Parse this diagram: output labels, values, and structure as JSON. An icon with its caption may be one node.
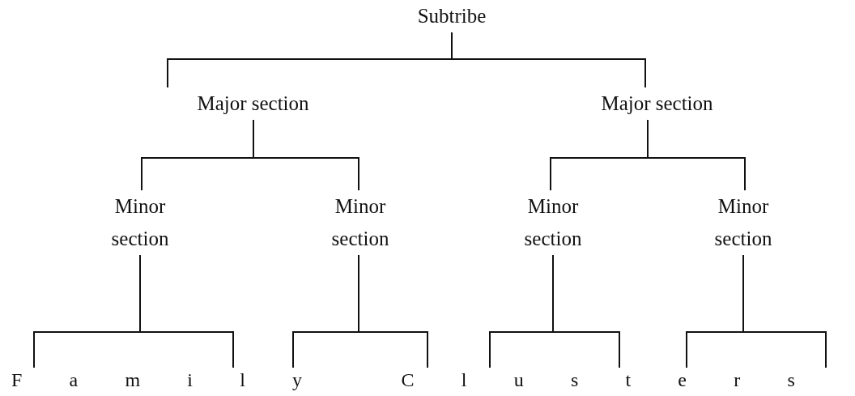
{
  "diagram": {
    "nodes": [
      {
        "text": [
          "Subtribe"
        ]
      },
      {
        "text": [
          "Major section"
        ]
      },
      {
        "text": [
          "Major section"
        ]
      },
      {
        "text": [
          "Minor section"
        ]
      },
      {
        "text": [
          "Minor section"
        ]
      },
      {
        "text": [
          "Minor section"
        ]
      },
      {
        "text": [
          "Minor section"
        ]
      },
      {
        "text": [
          "Family Clusters"
        ]
      }
    ],
    "edges": [
      {
        "from": 0,
        "to": 1,
        "arrow": "none"
      },
      {
        "from": 0,
        "to": 2,
        "arrow": "none"
      },
      {
        "from": 1,
        "to": 3,
        "arrow": "none"
      },
      {
        "from": 1,
        "to": 4,
        "arrow": "none"
      },
      {
        "from": 2,
        "to": 5,
        "arrow": "none"
      },
      {
        "from": 2,
        "to": 6,
        "arrow": "none"
      },
      {
        "from": 3,
        "to": 7,
        "arrow": "none"
      },
      {
        "from": 3,
        "to": 7,
        "arrow": "none"
      },
      {
        "from": 4,
        "to": 7,
        "arrow": "none"
      },
      {
        "from": 4,
        "to": 7,
        "arrow": "none"
      },
      {
        "from": 5,
        "to": 7,
        "arrow": "none"
      },
      {
        "from": 5,
        "to": 7,
        "arrow": "none"
      },
      {
        "from": 6,
        "to": 7,
        "arrow": "none"
      },
      {
        "from": 6,
        "to": 7,
        "arrow": "none"
      }
    ]
  }
}
